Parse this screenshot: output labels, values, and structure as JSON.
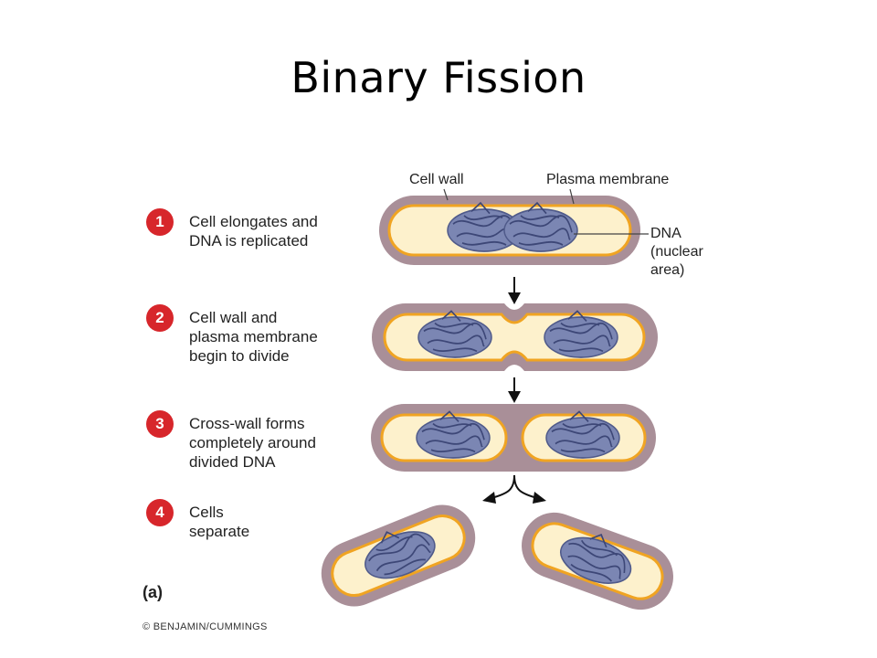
{
  "title": "Binary Fission",
  "steps": [
    {
      "number": "1",
      "text": "Cell elongates and\nDNA is replicated"
    },
    {
      "number": "2",
      "text": "Cell wall and\nplasma membrane\nbegin to divide"
    },
    {
      "number": "3",
      "text": "Cross-wall forms\ncompletely around\ndivided DNA"
    },
    {
      "number": "4",
      "text": "Cells\nseparate"
    }
  ],
  "labels": {
    "cell_wall": "Cell wall",
    "plasma_membrane": "Plasma membrane",
    "dna": "DNA\n(nuclear\narea)"
  },
  "figure_label": "(a)",
  "credit": "© BENJAMIN/CUMMINGS",
  "colors": {
    "cell_wall": "#a98f98",
    "membrane": "#f0a422",
    "cytoplasm": "#fdf1cc",
    "dna": "#7b86b3",
    "badge": "#d7262b"
  }
}
